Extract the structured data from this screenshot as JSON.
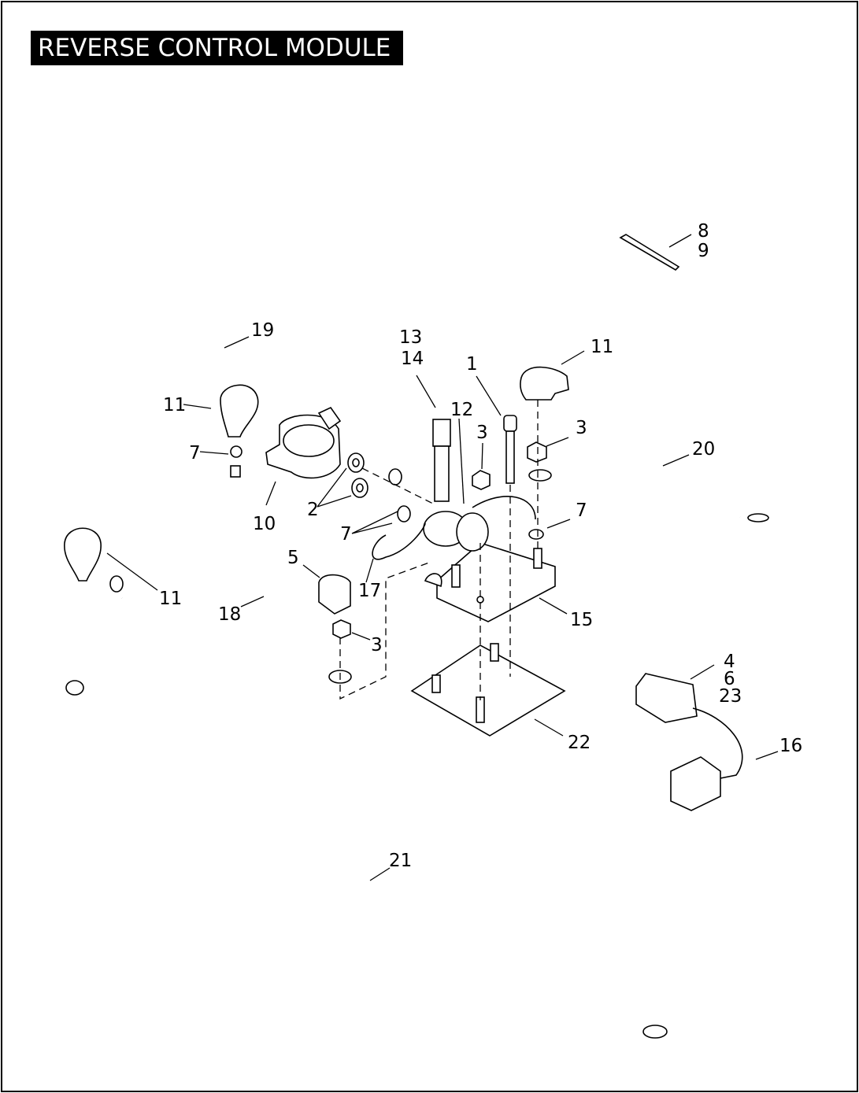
{
  "title": "REVERSE CONTROL MODULE",
  "callouts": {
    "c8": "8",
    "c9": "9",
    "c19": "19",
    "c13": "13",
    "c14": "14",
    "c1": "1",
    "c11_top": "11",
    "c11_left": "11",
    "c12": "12",
    "c3_a": "3",
    "c3_b": "3",
    "c20": "20",
    "c7_left": "7",
    "c10": "10",
    "c2": "2",
    "c7_right": "7",
    "c7_mid": "7",
    "c5": "5",
    "c17": "17",
    "c11_low": "11",
    "c18": "18",
    "c15": "15",
    "c3_c": "3",
    "c4": "4",
    "c6": "6",
    "c23": "23",
    "c16": "16",
    "c22": "22",
    "c21": "21"
  }
}
